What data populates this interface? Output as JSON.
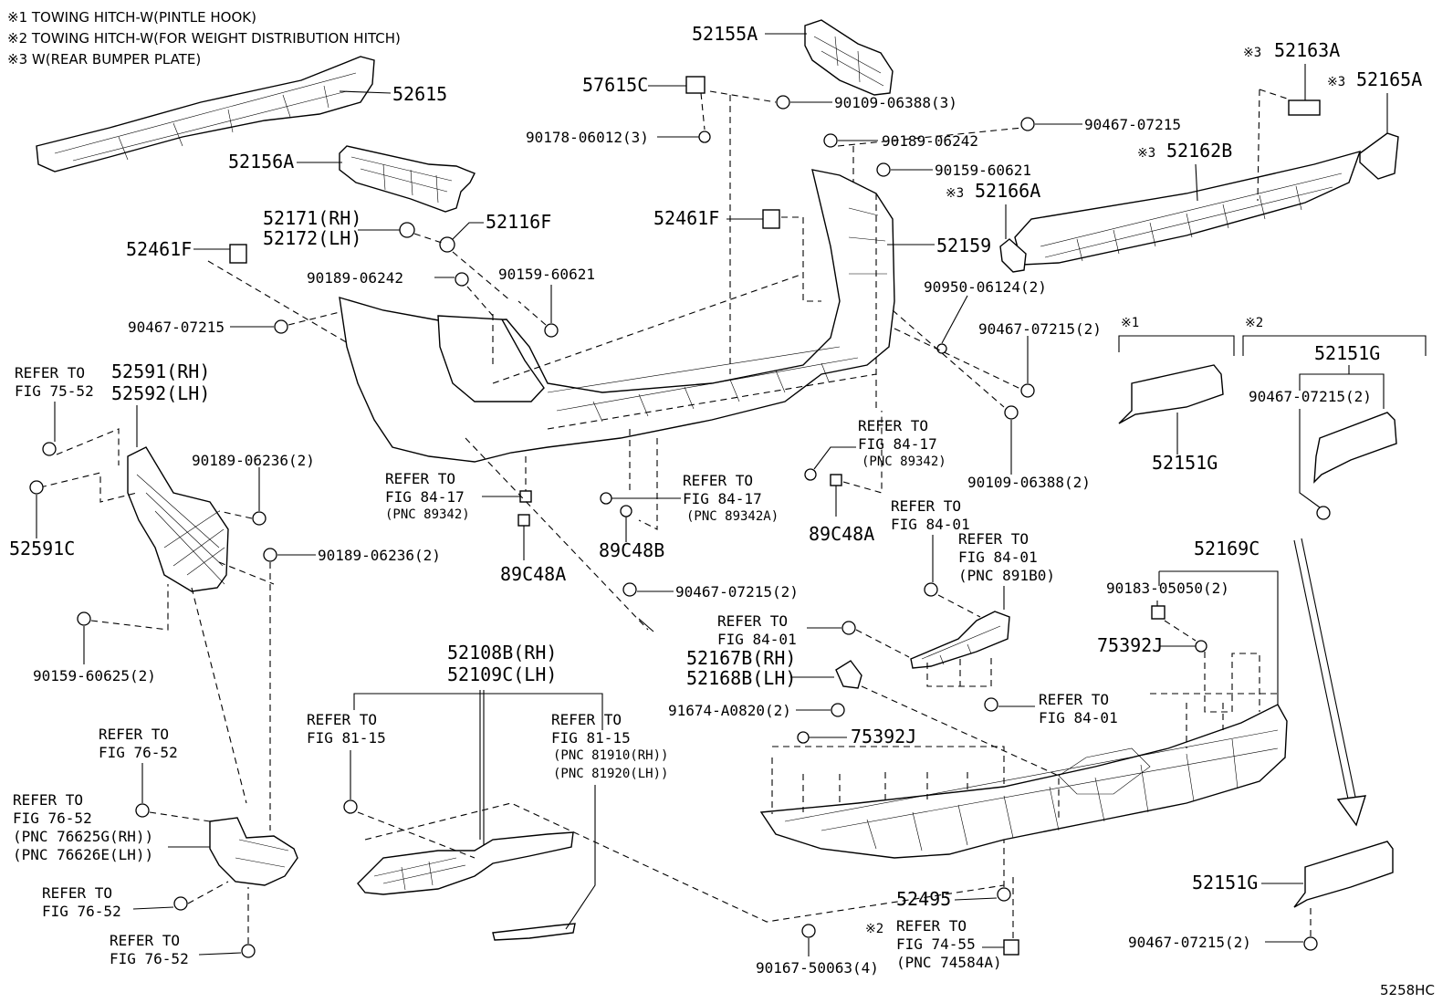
{
  "notes": [
    "※1 TOWING HITCH-W(PINTLE HOOK)",
    "※2 TOWING HITCH-W(FOR WEIGHT DISTRIBUTION HITCH)",
    "※3 W(REAR BUMPER PLATE)"
  ],
  "diagram_code": "5258HC",
  "labels": {
    "p52155A": "52155A",
    "p57615C": "57615C",
    "p90109_06388_3": "90109-06388(3)",
    "p90178_06012_3": "90178-06012(3)",
    "p52615": "52615",
    "p52156A": "52156A",
    "p90189_06242_top": "90189-06242",
    "p90159_60621_top": "90159-60621",
    "p90467_07215_top": "90467-07215",
    "p52163A": "52163A",
    "p52165A": "52165A",
    "p52162B": "52162B",
    "p52166A": "52166A",
    "p52461F_left": "52461F",
    "p52461F_mid": "52461F",
    "p52171": "52171(RH)",
    "p52172": "52172(LH)",
    "p52116F": "52116F",
    "p52159": "52159",
    "p90189_06242_mid": "90189-06242",
    "p90159_60621_mid": "90159-60621",
    "p90467_07215_left": "90467-07215",
    "p90950_06124_2": "90950-06124(2)",
    "p90467_07215_2_r": "90467-07215(2)",
    "p90109_06388_2": "90109-06388(2)",
    "p52591": "52591(RH)",
    "p52592": "52592(LH)",
    "refer_7552_a": "REFER TO",
    "refer_7552_b": "FIG 75-52",
    "p90189_06236_2a": "90189-06236(2)",
    "p90189_06236_2b": "90189-06236(2)",
    "p52591C": "52591C",
    "refer_8417_l_a": "REFER TO",
    "refer_8417_l_b": "FIG 84-17",
    "refer_8417_l_c": "(PNC 89342)",
    "p89C48A_l": "89C48A",
    "refer_8417_m_a": "REFER TO",
    "refer_8417_m_b": "FIG 84-17",
    "refer_8417_m_c": "(PNC 89342A)",
    "p89C48B": "89C48B",
    "refer_8417_r_a": "REFER TO",
    "refer_8417_r_b": "FIG 84-17",
    "refer_8417_r_c": "(PNC 89342)",
    "p89C48A_r": "89C48A",
    "p90467_07215_2_c": "90467-07215(2)",
    "p90159_60625_2": "90159-60625(2)",
    "refer_8401_a1": "REFER TO",
    "refer_8401_a2": "FIG 84-01",
    "refer_8401_b1": "REFER TO",
    "refer_8401_b2": "FIG 84-01",
    "refer_8401_b3": "(PNC 891B0)",
    "refer_8401_c1": "REFER TO",
    "refer_8401_c2": "FIG 84-01",
    "p52167B": "52167B(RH)",
    "p52168B": "52168B(LH)",
    "refer_8401_d1": "REFER TO",
    "refer_8401_d2": "FIG 84-01",
    "p91674": "91674-A0820(2)",
    "p75392J_a": "75392J",
    "p75392J_b": "75392J",
    "p90183": "90183-05050(2)",
    "p52169C": "52169C",
    "sym1": "※1",
    "sym2": "※2",
    "p52151G_top": "52151G",
    "p90467_07215_2_g": "90467-07215(2)",
    "p52151G_mid": "52151G",
    "p52151G_bot": "52151G",
    "p90467_07215_2_bot": "90467-07215(2)",
    "p52108B": "52108B(RH)",
    "p52109C": "52109C(LH)",
    "refer_8115_a1": "REFER TO",
    "refer_8115_a2": "FIG 81-15",
    "refer_8115_b1": "REFER TO",
    "refer_8115_b2": "FIG 81-15",
    "refer_8115_b3": "(PNC 81910(RH))",
    "refer_8115_b4": "(PNC 81920(LH))",
    "refer_7652_a1": "REFER TO",
    "refer_7652_a2": "FIG 76-52",
    "refer_7652_b1": "REFER TO",
    "refer_7652_b2": "FIG 76-52",
    "refer_7652_b3": "(PNC 76625G(RH))",
    "refer_7652_b4": "(PNC 76626E(LH))",
    "refer_7652_c1": "REFER TO",
    "refer_7652_c2": "FIG 76-52",
    "refer_7652_d1": "REFER TO",
    "refer_7652_d2": "FIG 76-52",
    "p52495": "52495",
    "refer_7455_1": "REFER TO",
    "refer_7455_2": "FIG 74-55",
    "refer_7455_3": "(PNC 74584A)",
    "p90167": "90167-50063(4)",
    "sym3a": "※3",
    "sym3b": "※3",
    "sym3c": "※3",
    "sym3d": "※3",
    "sym2b": "※2"
  }
}
